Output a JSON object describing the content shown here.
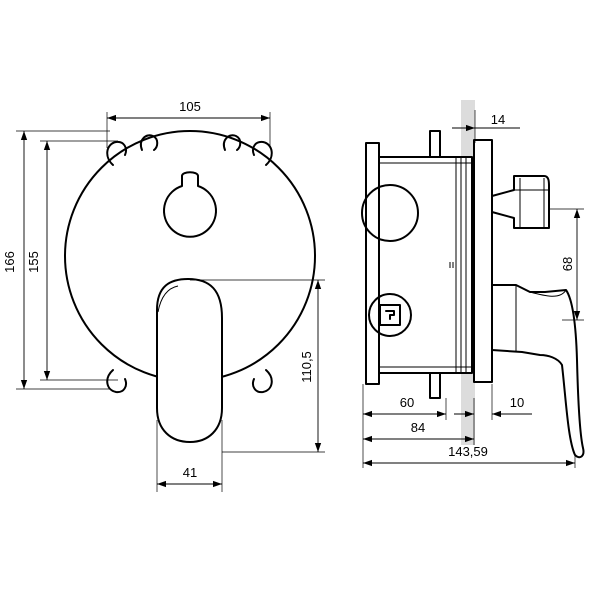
{
  "dimensions": {
    "front_top_width": "105",
    "front_outer_height": "166",
    "front_inner_height": "155",
    "front_handle_center_height": "110,5",
    "front_handle_width": "41",
    "side_wall_thickness": "14",
    "side_spout_height": "68",
    "side_box_depth": "60",
    "side_plate_offset": "10",
    "side_total_box_depth": "84",
    "side_overall_depth": "143,59"
  },
  "colors": {
    "line": "#000000",
    "wall": "#dcdcdc",
    "background": "#ffffff"
  }
}
